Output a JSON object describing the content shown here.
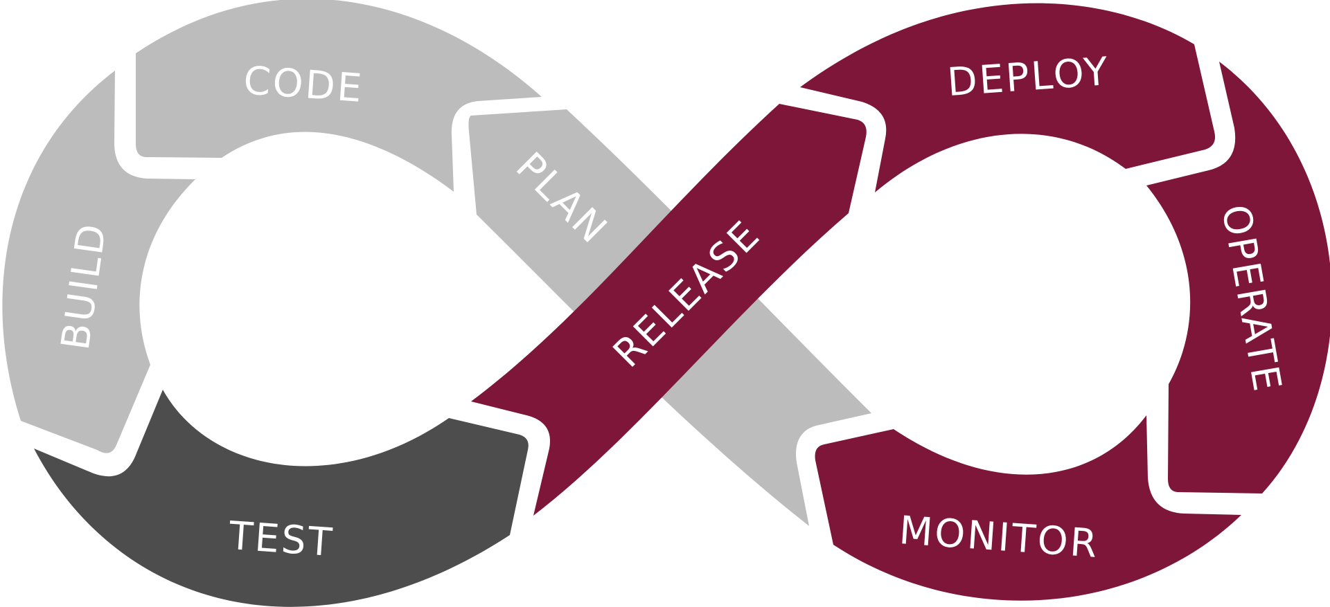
{
  "diagram": {
    "type": "devops-infinity-loop",
    "colors": {
      "light_gray": "#bcbcbc",
      "dark_gray": "#4d4d4d",
      "maroon": "#7d1638",
      "label_on_light": "#ffffff",
      "label_on_dark": "#ffffff",
      "background": "#ffffff"
    },
    "stages": [
      {
        "id": "plan",
        "label": "PLAN",
        "color": "light_gray"
      },
      {
        "id": "code",
        "label": "CODE",
        "color": "light_gray"
      },
      {
        "id": "build",
        "label": "BUILD",
        "color": "light_gray"
      },
      {
        "id": "test",
        "label": "TEST",
        "color": "dark_gray"
      },
      {
        "id": "release",
        "label": "RELEASE",
        "color": "maroon"
      },
      {
        "id": "deploy",
        "label": "DEPLOY",
        "color": "maroon"
      },
      {
        "id": "operate",
        "label": "OPERATE",
        "color": "maroon"
      },
      {
        "id": "monitor",
        "label": "MONITOR",
        "color": "maroon"
      }
    ]
  }
}
